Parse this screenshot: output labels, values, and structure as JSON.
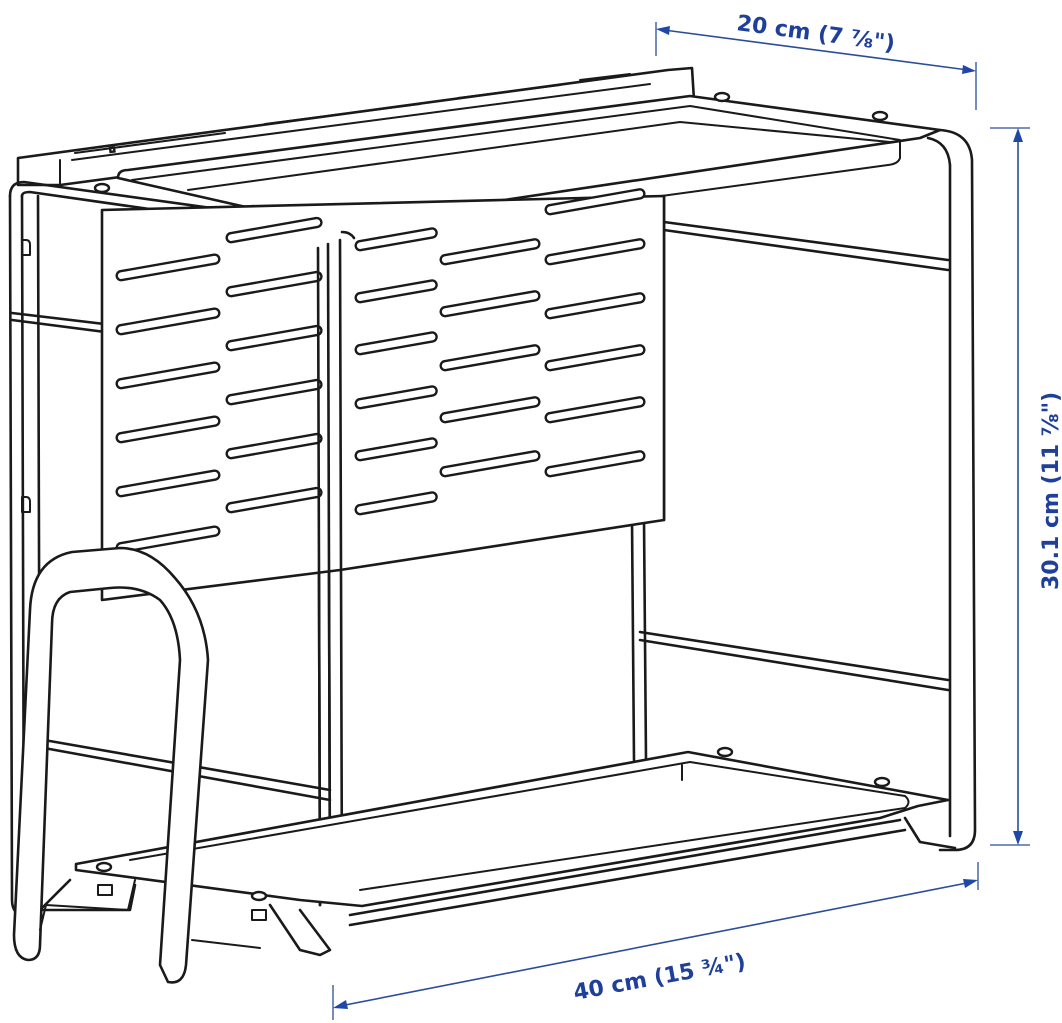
{
  "figure": {
    "subject": "Metal organizer rack with slotted back panel, top tray, bottom tray and front U-shaped handle",
    "line_color": "#1a1a1a",
    "dimension_color": "#1e3f9a"
  },
  "dimensions": {
    "depth": {
      "label": "20 cm (7 ⅞\")",
      "value_cm": 20,
      "value_in": "7 7/8"
    },
    "height": {
      "label": "30.1 cm (11 ⅞\")",
      "value_cm": 30.1,
      "value_in": "11 7/8"
    },
    "width": {
      "label": "40 cm (15 ¾\")",
      "value_cm": 40,
      "value_in": "15 3/4"
    }
  }
}
